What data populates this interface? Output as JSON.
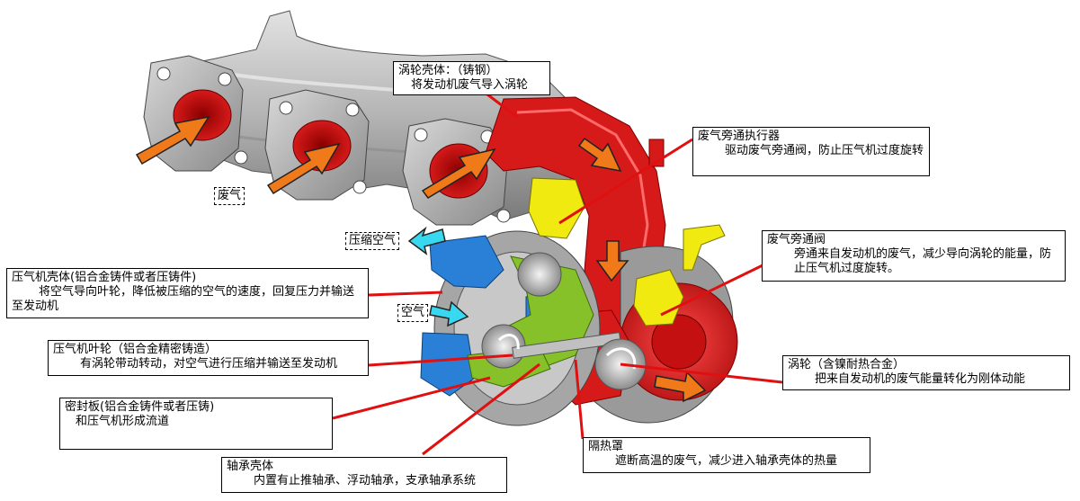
{
  "callouts": {
    "turbine_housing": {
      "title": "涡轮壳体：（铸钢）",
      "desc": "将发动机废气导入涡轮"
    },
    "wastegate_actuator": {
      "title": "废气旁通执行器",
      "desc": "驱动废气旁通阀，防止压气机过度旋转"
    },
    "wastegate_valve": {
      "title": "废气旁通阀",
      "desc": "旁通来自发动机的废气，减少导向涡轮的能量，防止压气机过度旋转。"
    },
    "compressor_housing": {
      "title": "压气机壳体(铝合金铸件或者压铸件)",
      "desc": "将空气导向叶轮，降低被压缩的空气的速度，回复压力并输送至发动机"
    },
    "compressor_wheel": {
      "title": "压气机叶轮（铝合金精密铸造）",
      "desc": "有涡轮带动转动，对空气进行压缩并输送至发动机"
    },
    "turbine_wheel": {
      "title": "涡轮（含镍耐热合金）",
      "desc": "把来自发动机的废气能量转化为刚体动能"
    },
    "seal_plate": {
      "title": "密封板(铝合金铸件或者压铸)",
      "desc": "和压气机形成流道"
    },
    "heat_shield": {
      "title": "隔热罩",
      "desc": "遮断高温的废气，减少进入轴承壳体的热量"
    },
    "bearing_housing": {
      "title": "轴承壳体",
      "desc": "内置有止推轴承、浮动轴承，支承轴承系统"
    }
  },
  "tags": {
    "exhaust": "废气",
    "compressed_air": "压缩空气",
    "air": "空气"
  },
  "colors": {
    "turbine_red": "#d01818",
    "actuator_yellow": "#f0ea10",
    "compressor_blue": "#2a7fd6",
    "seal_green": "#86c12a",
    "flow_arrow_orange": "#f07a1a",
    "air_arrow_cyan": "#38d9f0",
    "leader_line_red": "#e01010",
    "manifold_gray": "#b8b8b8"
  }
}
